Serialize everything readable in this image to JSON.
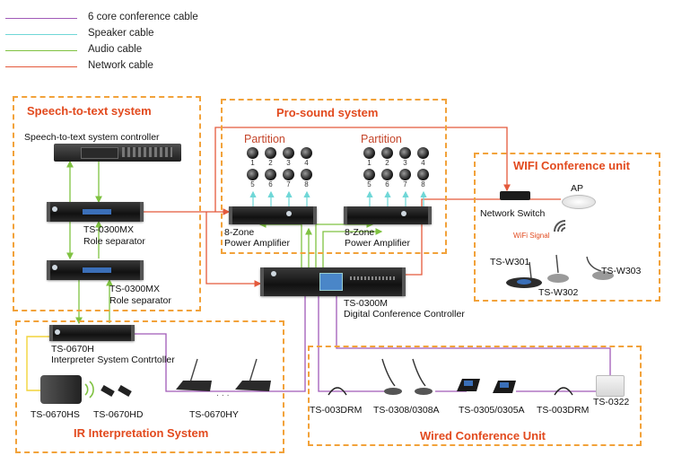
{
  "legend": [
    {
      "label": "6 core conference cable",
      "color": "#a05ab8"
    },
    {
      "label": "Speaker cable",
      "color": "#6fd7d7"
    },
    {
      "label": "Audio cable",
      "color": "#7fc241"
    },
    {
      "label": "Network cable",
      "color": "#e4593b"
    }
  ],
  "colors": {
    "zone_border": "#f2a23a",
    "zone_title": "#e24a1e",
    "partition": "#c4452a",
    "wifi_signal": "#e24a1e"
  },
  "zones": {
    "speech": {
      "title": "Speech-to-text system"
    },
    "prosound": {
      "title": "Pro-sound  system"
    },
    "wifi": {
      "title": "WIFI Conference unit"
    },
    "ir": {
      "title": "IR Interpretation System"
    },
    "wired": {
      "title": "Wired Conference Unit"
    }
  },
  "labels": {
    "stt_controller": "Speech-to-text system controller",
    "mx1": "TS-0300MX",
    "mx1_sub": "Role separator",
    "mx2": "TS-0300MX",
    "mx2_sub": "Role separator",
    "partition_left": "Partition",
    "partition_right": "Partition",
    "amp_left_1": "8-Zone",
    "amp_left_2": "Power Amplifier",
    "amp_right_1": "8-Zone",
    "amp_right_2": "Power Amplifier",
    "dcc_1": "TS-0300M",
    "dcc_2": "Digital Conference Controller",
    "network_switch": "Network Switch",
    "ap": "AP",
    "wifi_signal": "WiFi Signal",
    "w301": "TS-W301",
    "w302": "TS-W302",
    "w303": "TS-W303",
    "h670": "TS-0670H",
    "interp_ctrl": "Interpreter System Contrtoller",
    "hs": "TS-0670HS",
    "hd": "TS-0670HD",
    "hy": "TS-0670HY",
    "drm_left": "TS-003DRM",
    "mic_0308": "TS-0308/0308A",
    "mic_0305": "TS-0305/0305A",
    "drm_right": "TS-003DRM",
    "ts0322": "TS-0322"
  },
  "speaker_numbers": [
    "1",
    "2",
    "3",
    "4",
    "5",
    "6",
    "7",
    "8"
  ]
}
